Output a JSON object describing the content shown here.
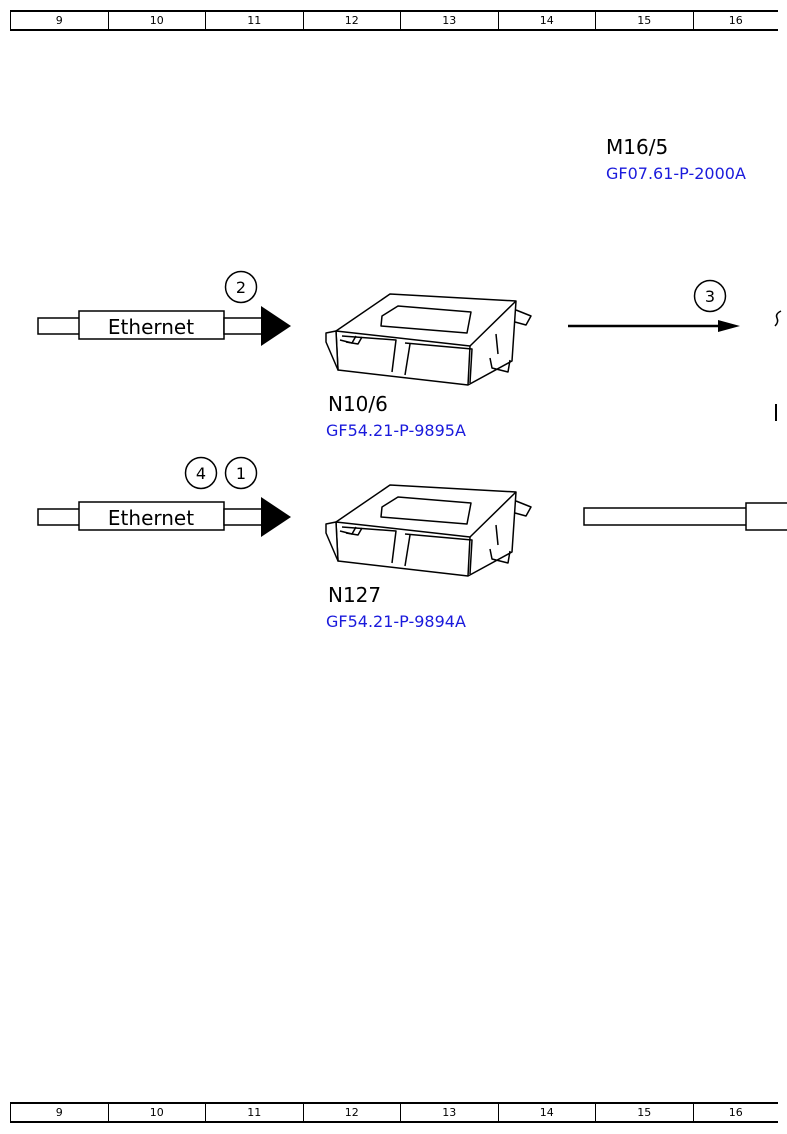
{
  "ruler": {
    "columns": [
      "9",
      "10",
      "11",
      "12",
      "13",
      "14",
      "15",
      "16"
    ]
  },
  "components": {
    "m16_5": {
      "name": "M16/5",
      "ref": "GF07.61-P-2000A"
    },
    "n10_6": {
      "name": "N10/6",
      "ref": "GF54.21-P-9895A"
    },
    "n127": {
      "name": "N127",
      "ref": "GF54.21-P-9894A"
    }
  },
  "connectors": {
    "upper_label": "Ethernet",
    "lower_label": "Ethernet"
  },
  "markers": {
    "m1": "1",
    "m2": "2",
    "m3": "3",
    "m4": "4"
  },
  "colors": {
    "reference_link": "#1a1adc",
    "line": "#000000"
  }
}
